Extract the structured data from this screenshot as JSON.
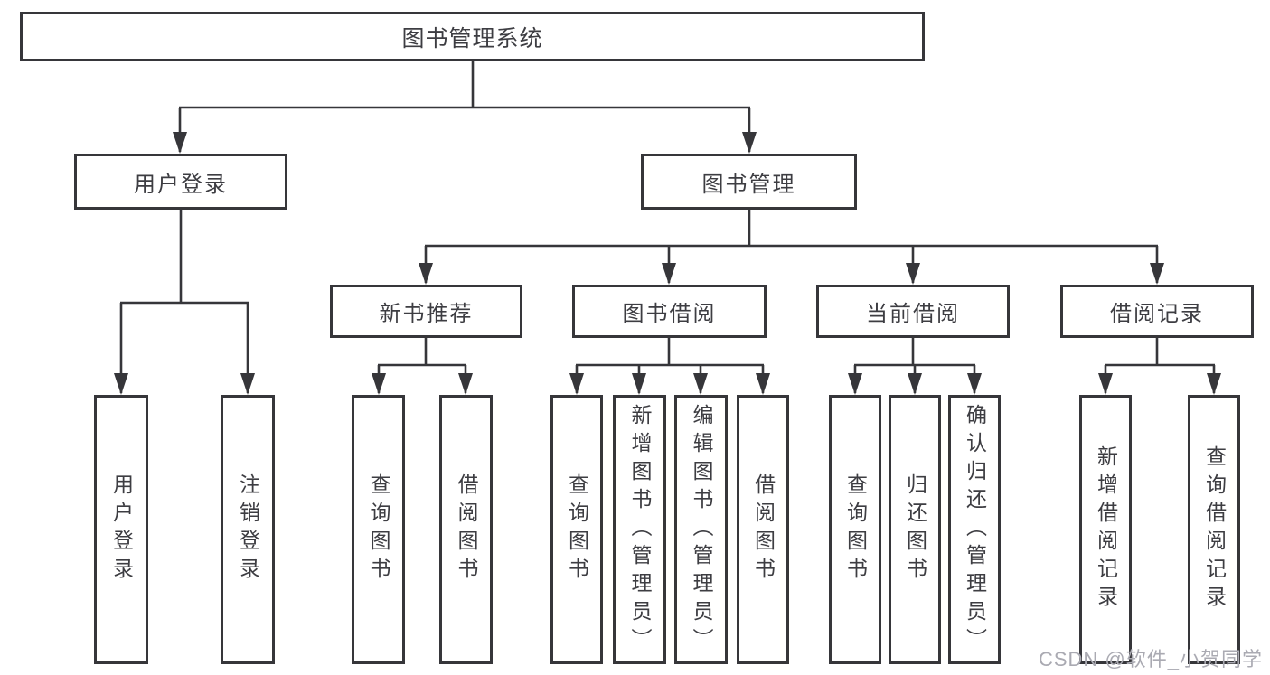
{
  "diagram": {
    "nodes": {
      "root": "图书管理系统",
      "userLogin": "用户登录",
      "bookMgmt": "图书管理",
      "newBookRec": "新书推荐",
      "bookBorrow": "图书借阅",
      "currentBorrow": "当前借阅",
      "borrowRecords": "借阅记录",
      "leafUserLogin": "用户登录",
      "leafLogout": "注销登录",
      "leafRecQuery": "查询图书",
      "leafRecBorrow": "借阅图书",
      "leafBorQuery": "查询图书",
      "leafBorAdd": "新增图书（管理员）",
      "leafBorEdit": "编辑图书（管理员）",
      "leafBorBorrow": "借阅图书",
      "leafCurQuery": "查询图书",
      "leafCurReturn": "归还图书",
      "leafCurConfirm": "确认归还（管理员）",
      "leafRecAdd": "新增借阅记录",
      "leafRecQuery2": "查询借阅记录"
    },
    "colors": {
      "line": "#36363a",
      "box_border": "#36363a",
      "text": "#3d3d42",
      "watermark": "#aaaab2",
      "background": "#ffffff"
    }
  },
  "watermark": "CSDN @软件_小贺同学"
}
